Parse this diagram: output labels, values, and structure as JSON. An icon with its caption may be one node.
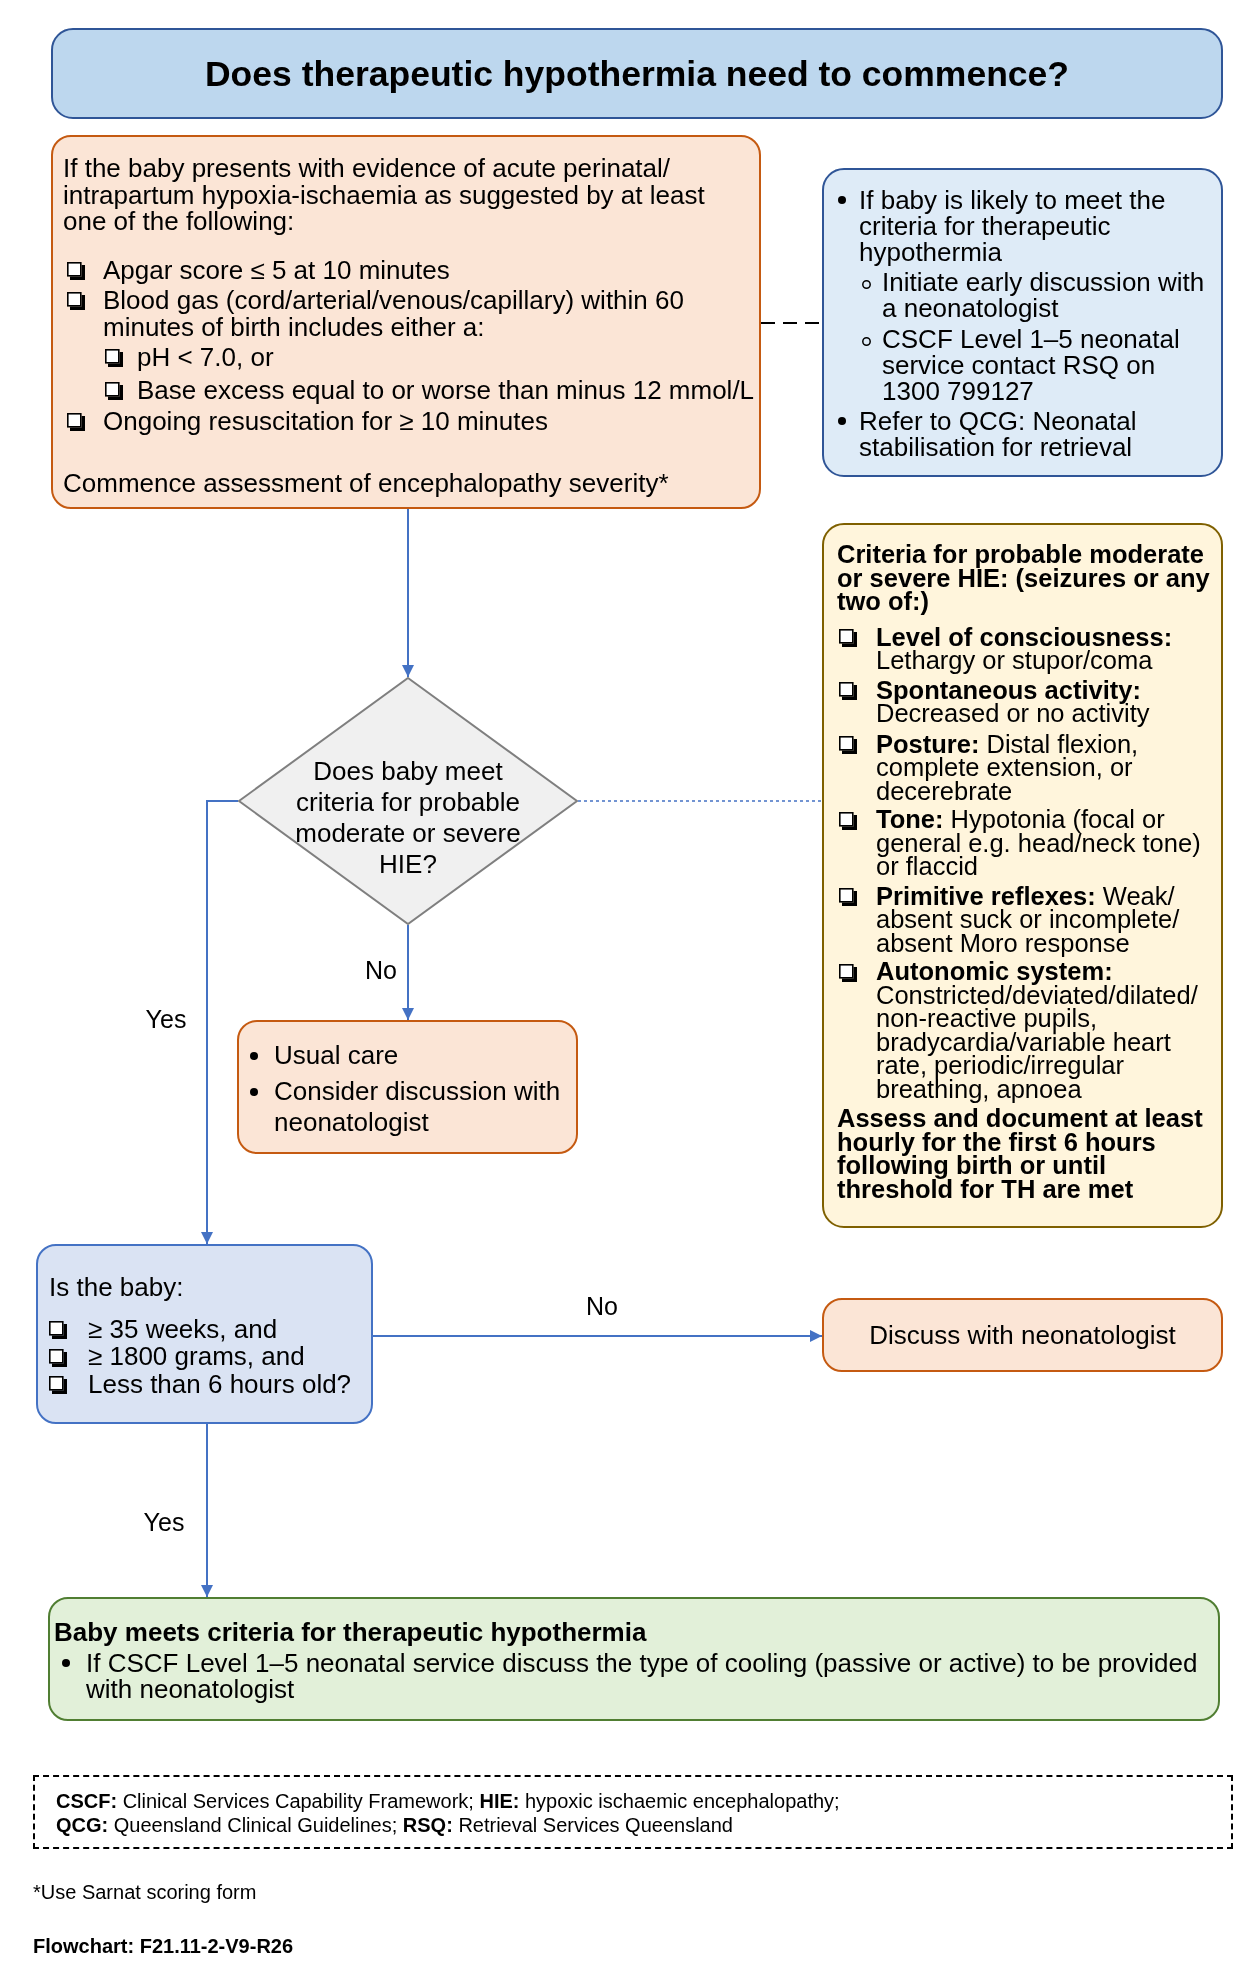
{
  "diagram": {
    "title": "Does therapeutic hypothermia need to commence?",
    "nodes": [
      {
        "text": [
          "If the baby presents with evidence of acute perinatal/ intrapartum hypoxia-ischaemia as suggested by at least one of the following:",
          "Apgar score ≤ 5 at 10 minutes",
          "Blood gas (cord/arterial/venous/capillary) within 60 minutes of birth includes either a:",
          "pH < 7.0, or",
          "Base excess equal to or worse than minus 12 mmol/L",
          "Ongoing resuscitation for ≥ 10 minutes",
          "Commence assessment of encephalopathy severity*"
        ]
      },
      {
        "text": [
          "If baby is likely to meet the criteria for therapeutic hypothermia",
          "Initiate early discussion with a neonatologist",
          "CSCF Level 1–5 neonatal service contact RSQ on 1300 799127",
          "Refer to QCG: Neonatal stabilisation for retrieval"
        ]
      },
      {
        "text": [
          "Criteria for probable moderate or severe HIE: (seizures or any two of:)",
          "**Level of consciousness:** Lethargy or stupor/coma",
          "**Spontaneous activity:** Decreased or no activity",
          "**Posture:** Distal flexion, complete extension, or decerebrate",
          "**Tone:** Hypotonia (focal or general e.g. head/neck tone) or flaccid",
          "**Primitive reflexes:** Weak/ absent suck or incomplete/ absent Moro response",
          "**Autonomic system:** Constricted/deviated/dilated/ non-reactive pupils, bradycardia/variable heart rate, periodic/irregular breathing, apnoea",
          "Assess and document at least hourly for the first 6 hours following birth or until threshold for TH are met"
        ]
      },
      {
        "text": [
          "Does baby meet criteria for probable moderate or severe HIE?"
        ]
      },
      {
        "text": [
          "Usual care",
          "Consider discussion with neonatologist"
        ]
      },
      {
        "text": [
          "Is the baby:",
          "≥ 35 weeks, and",
          "≥ 1800 grams, and",
          "Less than 6 hours old?"
        ]
      },
      {
        "text": [
          "Discuss with neonatologist"
        ]
      },
      {
        "text": [
          "Baby meets criteria for therapeutic hypothermia",
          "If CSCF Level 1–5 neonatal service discuss the type of cooling (passive or active) to be provided with neonatologist"
        ]
      },
      {
        "text": [
          "**CSCF:** Clinical Services Capability Framework; **HIE:** hypoxic ischaemic encephalopathy;",
          "**QCG:** Queensland Clinical Guidelines; **RSQ:** Retrieval Services Queensland"
        ]
      }
    ],
    "edges": [
      {
        "from": 0,
        "to": 1,
        "arrow": "none",
        "style": "dashed",
        "color": "#000000"
      },
      {
        "from": 0,
        "to": 3,
        "arrow": "to"
      },
      {
        "from": 3,
        "to": 2,
        "arrow": "none",
        "style": "dashed"
      },
      {
        "from": 3,
        "to": 4,
        "arrow": "to",
        "label": "No"
      },
      {
        "from": 3,
        "to": 5,
        "arrow": "to",
        "label": "Yes"
      },
      {
        "from": 5,
        "to": 6,
        "arrow": "to",
        "label": "No"
      },
      {
        "from": 5,
        "to": 7,
        "arrow": "to",
        "label": "Yes"
      }
    ],
    "labels": [
      "*Use Sarnat scoring form",
      "Flowchart: F21.11-2-V9-R26"
    ]
  }
}
